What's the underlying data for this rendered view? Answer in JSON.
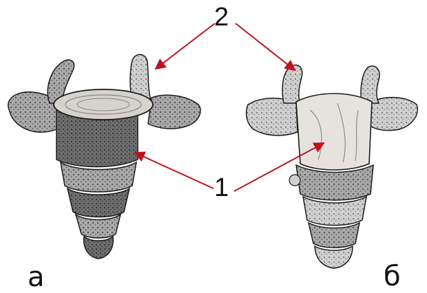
{
  "labels": {
    "callout_1": "1",
    "callout_2": "2",
    "view_a": "а",
    "view_b": "б"
  },
  "colors": {
    "arrow": "#c0111c",
    "bone_light": "#d9d9d9",
    "bone_mid": "#9a9a9a",
    "bone_dark": "#4a4a4a",
    "outline": "#1a1a1a"
  }
}
